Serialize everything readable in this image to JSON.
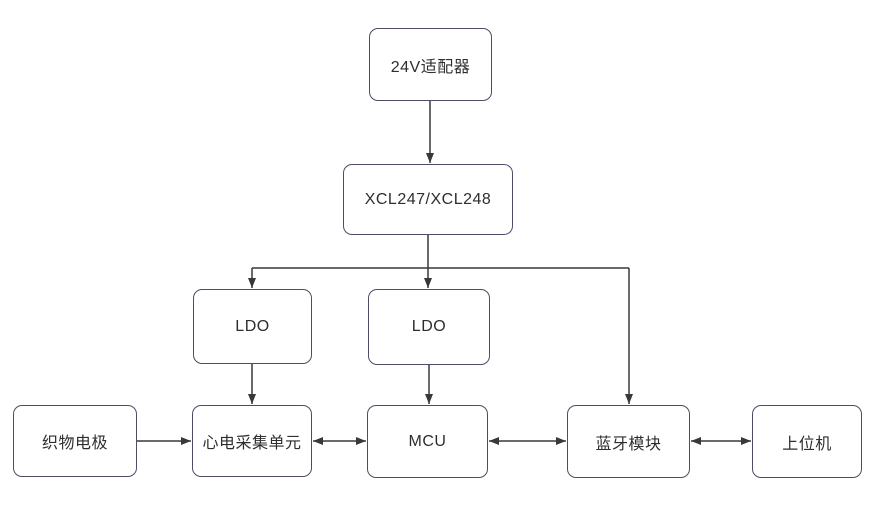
{
  "diagram": {
    "nodes": {
      "adapter": {
        "label": "24V适配器"
      },
      "xcl": {
        "label": "XCL247/XCL248"
      },
      "ldo_left": {
        "label": "LDO"
      },
      "ldo_right": {
        "label": "LDO"
      },
      "fabric_electrode": {
        "label": "织物电极"
      },
      "ecg_unit": {
        "label": "心电采集单元"
      },
      "mcu": {
        "label": "MCU"
      },
      "bluetooth": {
        "label": "蓝牙模块"
      },
      "host": {
        "label": "上位机"
      }
    },
    "edges": [
      {
        "from": "24V适配器",
        "to": "XCL247/XCL248",
        "direction": "one-way"
      },
      {
        "from": "XCL247/XCL248",
        "to": "LDO (left)",
        "direction": "one-way"
      },
      {
        "from": "XCL247/XCL248",
        "to": "LDO (right)",
        "direction": "one-way"
      },
      {
        "from": "XCL247/XCL248",
        "to": "蓝牙模块",
        "direction": "one-way"
      },
      {
        "from": "LDO (left)",
        "to": "心电采集单元",
        "direction": "one-way"
      },
      {
        "from": "LDO (right)",
        "to": "MCU",
        "direction": "one-way"
      },
      {
        "from": "织物电极",
        "to": "心电采集单元",
        "direction": "one-way"
      },
      {
        "from": "心电采集单元",
        "to": "MCU",
        "direction": "two-way"
      },
      {
        "from": "MCU",
        "to": "蓝牙模块",
        "direction": "two-way"
      },
      {
        "from": "蓝牙模块",
        "to": "上位机",
        "direction": "two-way"
      }
    ],
    "colors": {
      "background": "#ffffff",
      "box_border": "#4d4d66",
      "arrow": "#383838",
      "text": "#2e2e2e"
    }
  }
}
